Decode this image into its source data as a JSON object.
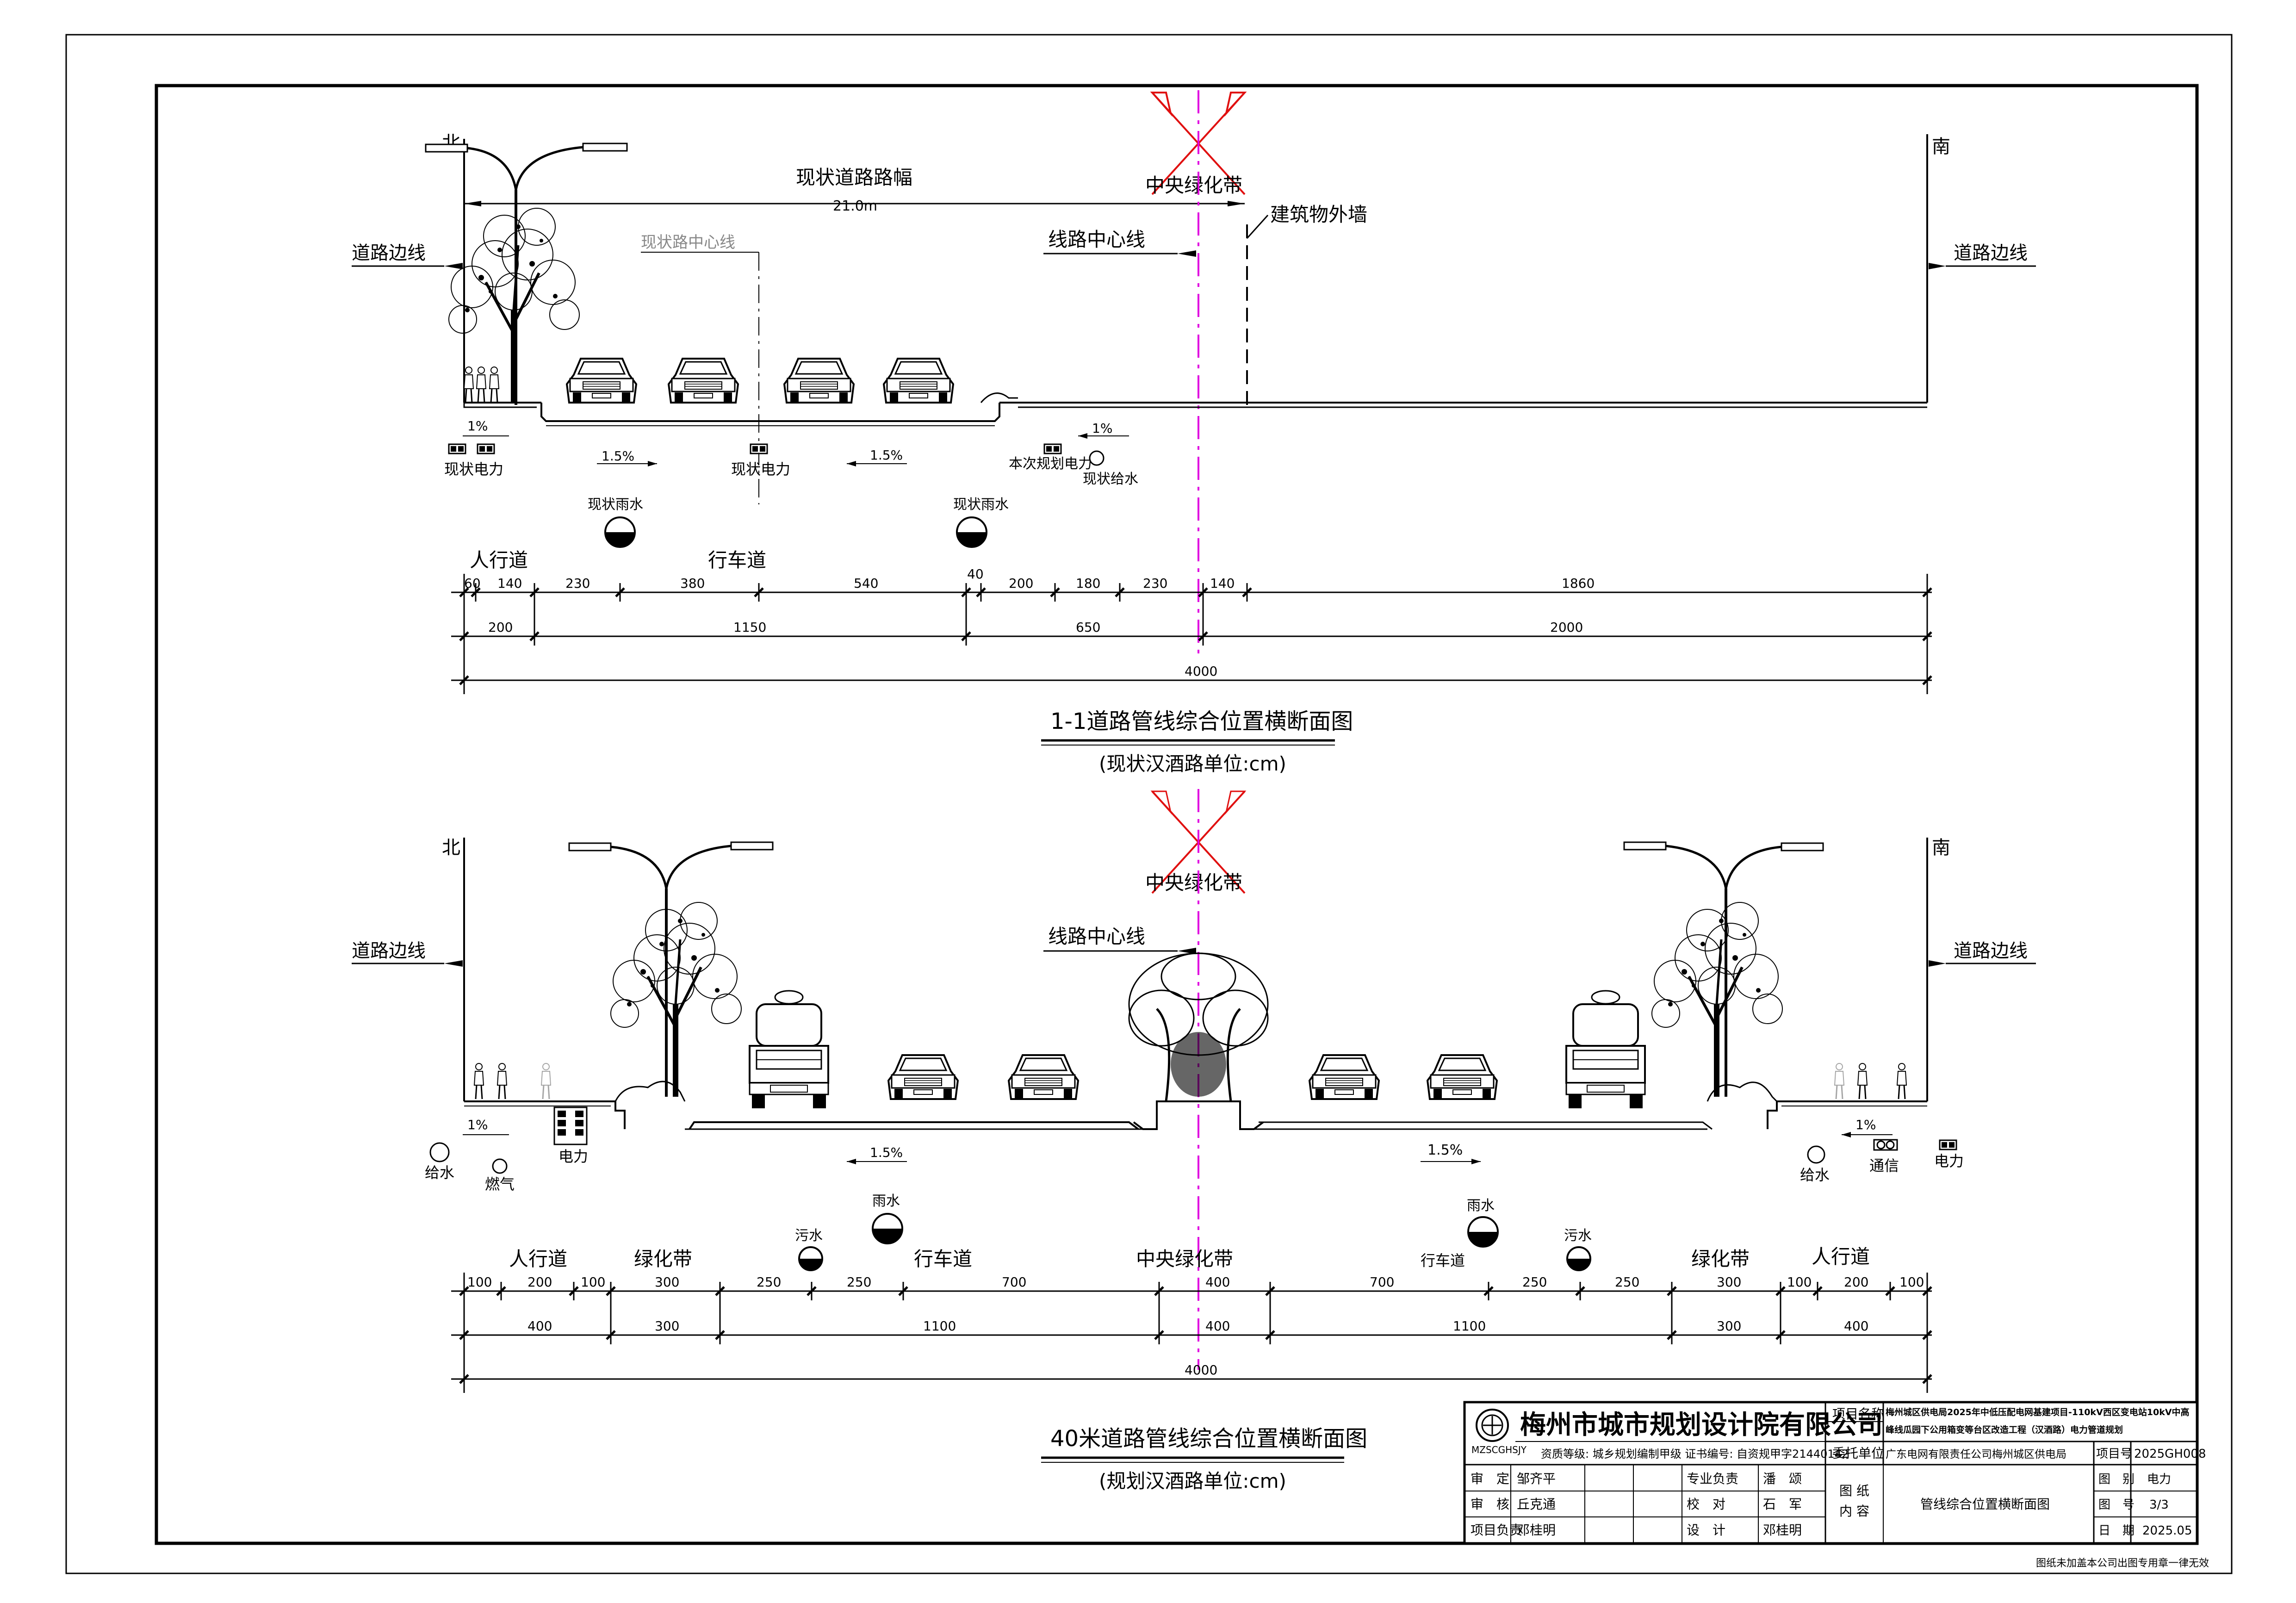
{
  "section1": {
    "north": "北",
    "south": "南",
    "road_edge_left": "道路边线",
    "road_edge_right": "道路边线",
    "road_width_title": "现状道路路幅",
    "road_width_value": "21.0m",
    "median": "中央绿化带",
    "existing_centerline": "现状路中心线",
    "line_centerline": "线路中心线",
    "building_wall": "建筑物外墙",
    "slope_left": "1%",
    "slope_mid_left": "1.5%",
    "slope_mid_right": "1.5%",
    "slope_right": "1%",
    "pipes": {
      "power_existing_left": "现状电力",
      "power_existing_mid": "现状电力",
      "power_planned": "本次规划电力",
      "water_existing": "现状给水",
      "rain_left": "现状雨水",
      "rain_right": "现状雨水"
    },
    "zone_labels": {
      "sidewalk": "人行道",
      "carriageway": "行车道"
    },
    "dims_row1": [
      "60",
      "140",
      "230",
      "380",
      "540",
      "40",
      "200",
      "180",
      "230",
      "140",
      "1860"
    ],
    "dims_row2": [
      "200",
      "1150",
      "650",
      "2000"
    ],
    "dims_total": "4000",
    "title": "1-1道路管线综合位置横断面图",
    "subtitle": "(现状汉酒路单位:cm)"
  },
  "section2": {
    "north": "北",
    "south": "南",
    "road_edge_left": "道路边线",
    "road_edge_right": "道路边线",
    "median": "中央绿化带",
    "line_centerline": "线路中心线",
    "slope_left": "1%",
    "slope_mid_left": "1.5%",
    "slope_mid_right": "1.5%",
    "slope_right": "1%",
    "pipes": {
      "water_left": "给水",
      "gas": "燃气",
      "power_left": "电力",
      "sewer_left": "污水",
      "rain_left": "雨水",
      "rain_right": "雨水",
      "sewer_right": "污水",
      "water_right": "给水",
      "telecom": "通信",
      "power_right": "电力"
    },
    "zone_labels": {
      "sidewalk_left": "人行道",
      "green_left": "绿化带",
      "carriageway_left": "行车道",
      "median": "中央绿化带",
      "carriageway_right": "行车道",
      "green_right": "绿化带",
      "sidewalk_right": "人行道"
    },
    "dims_row1": [
      "100",
      "200",
      "100",
      "300",
      "250",
      "250",
      "700",
      "400",
      "700",
      "250",
      "250",
      "300",
      "100",
      "200",
      "100"
    ],
    "dims_row2": [
      "400",
      "300",
      "1100",
      "400",
      "1100",
      "300",
      "400"
    ],
    "dims_total": "4000",
    "title": "40米道路管线综合位置横断面图",
    "subtitle": "(规划汉酒路单位:cm)"
  },
  "title_block": {
    "company": "梅州市城市规划设计院有限公司",
    "logo_text": "MZSCGHSJY",
    "qualification": "资质等级: 城乡规划编制甲级  证书编号: 自资规甲字21440142",
    "project_name_label": "项目名称",
    "project_name": "梅州城区供电局2025年中低压配电网基建项目-110kV西区变电站10kV中高峰线瓜园下公用箱变等台区改造工程（汉酒路）电力管道规划",
    "client_label": "委托单位",
    "client": "广东电网有限责任公司梅州城区供电局",
    "project_no_label": "项目号",
    "project_no": "2025GH008",
    "rows": [
      {
        "role": "审　定",
        "name": "邹齐平",
        "role2": "专业负责",
        "name2": "潘　颂"
      },
      {
        "role": "审　核",
        "name": "丘克通",
        "role2": "校　对",
        "name2": "石　军"
      },
      {
        "role": "项目负责",
        "name": "邓桂明",
        "role2": "设　计",
        "name2": "邓桂明"
      }
    ],
    "drawing_content_label": "图 纸\n内 容",
    "drawing_content": "管线综合位置横断面图",
    "category_label": "图　别",
    "category": "电力",
    "sheet_label": "图　号",
    "sheet": "3/3",
    "date_label": "日　期",
    "date": "2025.05",
    "footer_note": "图纸未加盖本公司出图专用章一律无效"
  }
}
